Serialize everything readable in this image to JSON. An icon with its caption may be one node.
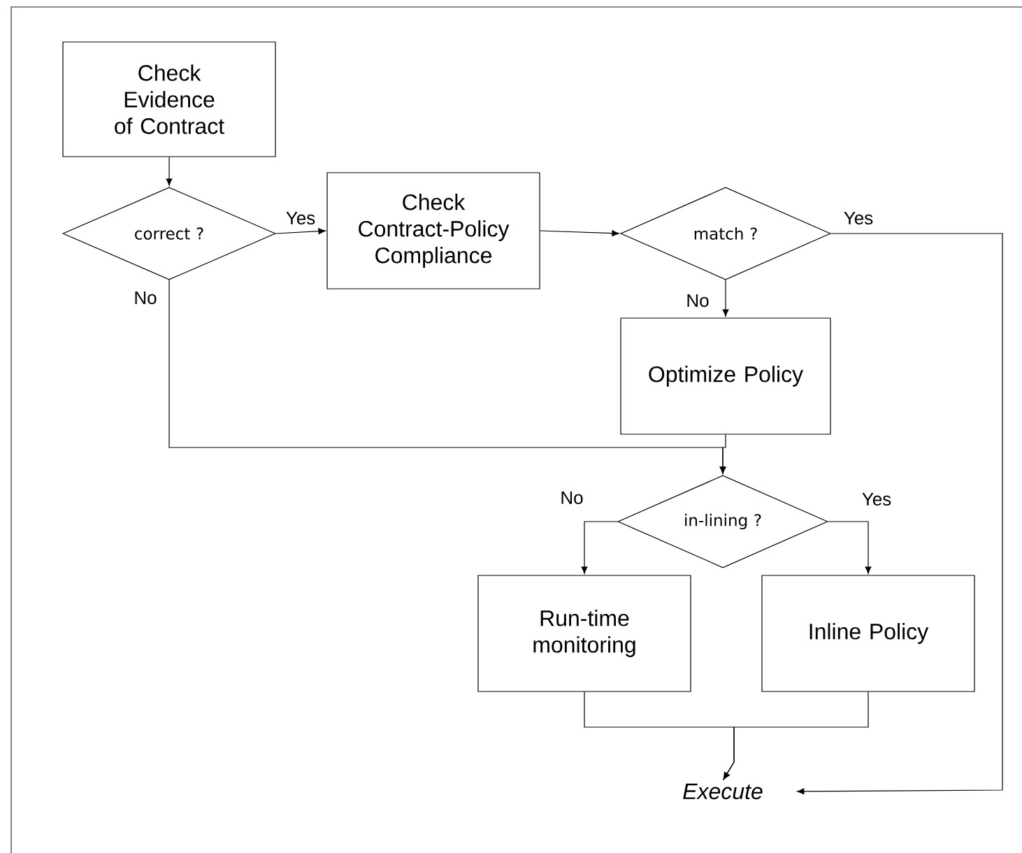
{
  "diagram": {
    "nodes": [
      {
        "text": [
          "Check Evidence of Contract"
        ]
      },
      {
        "text": [
          "correct ?"
        ]
      },
      {
        "text": [
          "Check Contract-Policy Compliance"
        ]
      },
      {
        "text": [
          "match ?"
        ]
      },
      {
        "text": [
          "Optimize Policy"
        ]
      },
      {
        "text": [
          "in-lining ?"
        ]
      },
      {
        "text": [
          "Run-time monitoring"
        ]
      },
      {
        "text": [
          "Inline Policy"
        ]
      },
      {
        "text": [
          "Execute"
        ]
      }
    ],
    "edges": [
      {
        "from": 0,
        "to": 1,
        "arrow": "to"
      },
      {
        "from": 1,
        "to": 2,
        "arrow": "to",
        "label": "Yes"
      },
      {
        "from": 2,
        "to": 3,
        "arrow": "to"
      },
      {
        "from": 3,
        "to": 4,
        "arrow": "to",
        "label": "No"
      },
      {
        "from": 1,
        "to": 5,
        "arrow": "to",
        "label": "No"
      },
      {
        "from": 4,
        "to": 5,
        "arrow": "to"
      },
      {
        "from": 5,
        "to": 6,
        "arrow": "to",
        "label": "No"
      },
      {
        "from": 5,
        "to": 7,
        "arrow": "to",
        "label": "Yes"
      },
      {
        "from": 6,
        "to": 8,
        "arrow": "to"
      },
      {
        "from": 7,
        "to": 8,
        "arrow": "to"
      },
      {
        "from": 3,
        "to": 8,
        "arrow": "to",
        "label": "Yes"
      }
    ]
  }
}
